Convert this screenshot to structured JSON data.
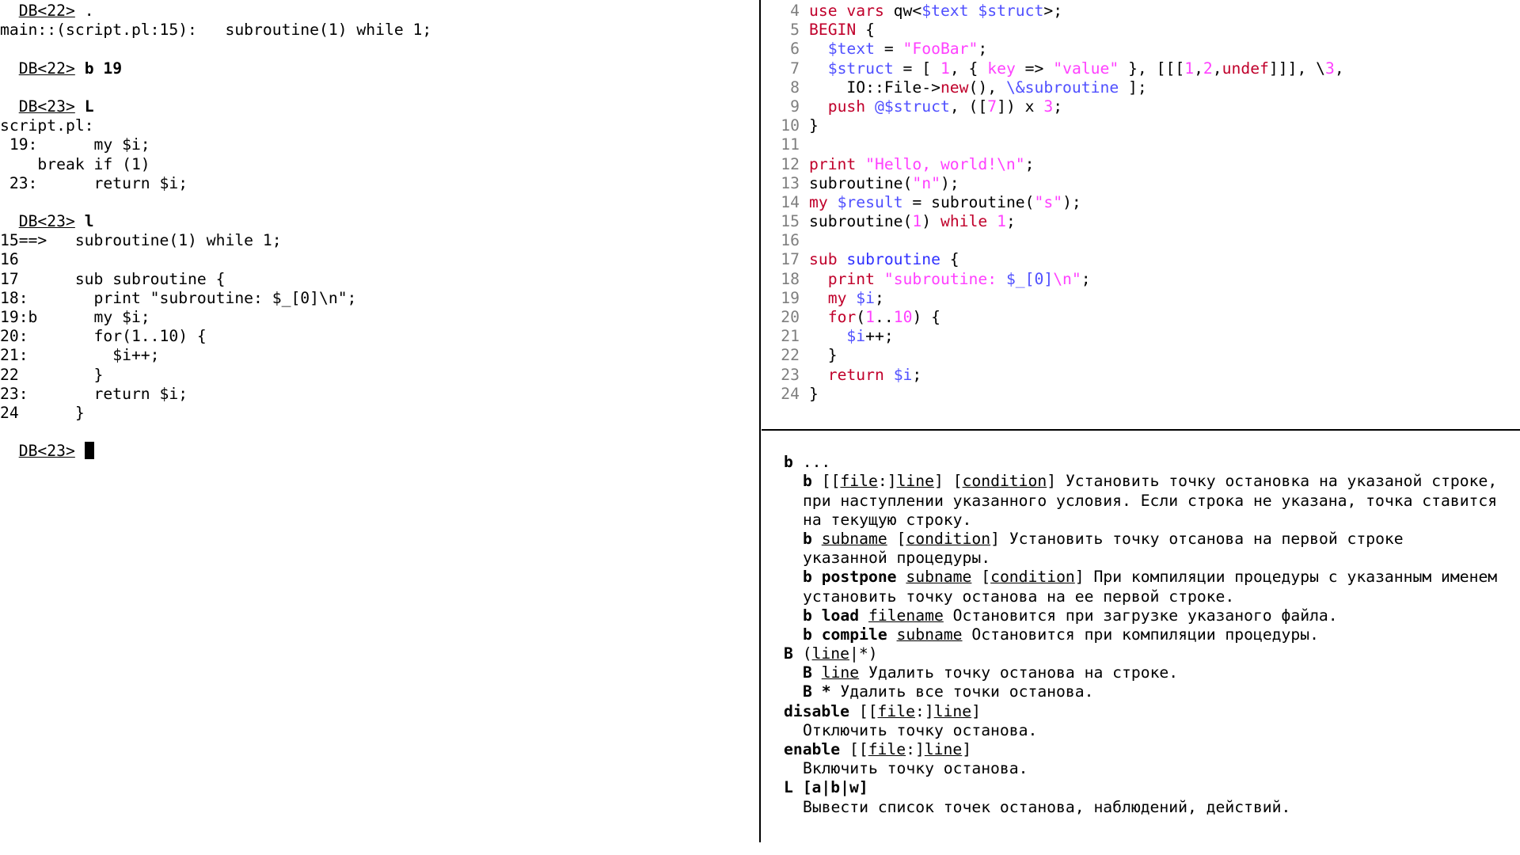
{
  "debugger": {
    "lines": [
      [
        {
          "t": "  "
        },
        {
          "t": "DB<22>",
          "u": true
        },
        {
          "t": " ."
        }
      ],
      [
        {
          "t": "main::(script.pl:15):   subroutine(1) while 1;"
        }
      ],
      [
        {
          "t": ""
        }
      ],
      [
        {
          "t": "  "
        },
        {
          "t": "DB<22>",
          "u": true
        },
        {
          "t": " "
        },
        {
          "t": "b 19",
          "b": true
        }
      ],
      [
        {
          "t": ""
        }
      ],
      [
        {
          "t": "  "
        },
        {
          "t": "DB<23>",
          "u": true
        },
        {
          "t": " "
        },
        {
          "t": "L",
          "b": true
        }
      ],
      [
        {
          "t": "script.pl:"
        }
      ],
      [
        {
          "t": " 19:      my $i;"
        }
      ],
      [
        {
          "t": "    break if (1)"
        }
      ],
      [
        {
          "t": " 23:      return $i;"
        }
      ],
      [
        {
          "t": ""
        }
      ],
      [
        {
          "t": "  "
        },
        {
          "t": "DB<23>",
          "u": true
        },
        {
          "t": " "
        },
        {
          "t": "l",
          "b": true
        }
      ],
      [
        {
          "t": "15==>   subroutine(1) while 1;"
        }
      ],
      [
        {
          "t": "16"
        }
      ],
      [
        {
          "t": "17      sub subroutine {"
        }
      ],
      [
        {
          "t": "18:       print \"subroutine: $_[0]\\n\";"
        }
      ],
      [
        {
          "t": "19:b      my $i;"
        }
      ],
      [
        {
          "t": "20:       for(1..10) {"
        }
      ],
      [
        {
          "t": "21:         $i++;"
        }
      ],
      [
        {
          "t": "22        }"
        }
      ],
      [
        {
          "t": "23:       return $i;"
        }
      ],
      [
        {
          "t": "24      }"
        }
      ],
      [
        {
          "t": ""
        }
      ],
      [
        {
          "t": "  "
        },
        {
          "t": "DB<23>",
          "u": true
        },
        {
          "t": " "
        },
        {
          "cursor": true
        }
      ]
    ]
  },
  "source": {
    "lines": [
      {
        "n": "4",
        "s": [
          {
            "c": "kw",
            "t": "use vars"
          },
          {
            "t": " qw<"
          },
          {
            "c": "var",
            "t": "$text $struct"
          },
          {
            "t": ">;"
          }
        ]
      },
      {
        "n": "5",
        "s": [
          {
            "c": "kw",
            "t": "BEGIN"
          },
          {
            "t": " {"
          }
        ]
      },
      {
        "n": "6",
        "s": [
          {
            "t": "  "
          },
          {
            "c": "var",
            "t": "$text"
          },
          {
            "t": " = "
          },
          {
            "c": "str",
            "t": "\"FooBar\""
          },
          {
            "t": ";"
          }
        ]
      },
      {
        "n": "7",
        "s": [
          {
            "t": "  "
          },
          {
            "c": "var",
            "t": "$struct"
          },
          {
            "t": " = [ "
          },
          {
            "c": "num",
            "t": "1"
          },
          {
            "t": ", { "
          },
          {
            "c": "str",
            "t": "key"
          },
          {
            "t": " => "
          },
          {
            "c": "str",
            "t": "\"value\""
          },
          {
            "t": " }, [[["
          },
          {
            "c": "num",
            "t": "1"
          },
          {
            "t": ","
          },
          {
            "c": "num",
            "t": "2"
          },
          {
            "t": ","
          },
          {
            "c": "kw",
            "t": "undef"
          },
          {
            "t": "]]], \\"
          },
          {
            "c": "num",
            "t": "3"
          },
          {
            "t": ","
          }
        ]
      },
      {
        "n": "8",
        "s": [
          {
            "t": "    IO::File->"
          },
          {
            "c": "kw",
            "t": "new"
          },
          {
            "t": "(), "
          },
          {
            "c": "var",
            "t": "\\&subroutine"
          },
          {
            "t": " ];"
          }
        ]
      },
      {
        "n": "9",
        "s": [
          {
            "t": "  "
          },
          {
            "c": "kw",
            "t": "push"
          },
          {
            "t": " "
          },
          {
            "c": "var",
            "t": "@$struct"
          },
          {
            "t": ", (["
          },
          {
            "c": "num",
            "t": "7"
          },
          {
            "t": "]) x "
          },
          {
            "c": "num",
            "t": "3"
          },
          {
            "t": ";"
          }
        ]
      },
      {
        "n": "10",
        "s": [
          {
            "t": "}"
          }
        ]
      },
      {
        "n": "11",
        "s": []
      },
      {
        "n": "12",
        "s": [
          {
            "c": "kw",
            "t": "print"
          },
          {
            "t": " "
          },
          {
            "c": "str",
            "t": "\"Hello, world!\\n\""
          },
          {
            "t": ";"
          }
        ]
      },
      {
        "n": "13",
        "s": [
          {
            "t": "subroutine("
          },
          {
            "c": "str",
            "t": "\"n\""
          },
          {
            "t": ");"
          }
        ]
      },
      {
        "n": "14",
        "s": [
          {
            "c": "kw",
            "t": "my"
          },
          {
            "t": " "
          },
          {
            "c": "var",
            "t": "$result"
          },
          {
            "t": " = subroutine("
          },
          {
            "c": "str",
            "t": "\"s\""
          },
          {
            "t": ");"
          }
        ]
      },
      {
        "n": "15",
        "s": [
          {
            "t": "subroutine("
          },
          {
            "c": "num",
            "t": "1"
          },
          {
            "t": ") "
          },
          {
            "c": "kw",
            "t": "while"
          },
          {
            "t": " "
          },
          {
            "c": "num",
            "t": "1"
          },
          {
            "t": ";"
          }
        ]
      },
      {
        "n": "16",
        "s": []
      },
      {
        "n": "17",
        "s": [
          {
            "c": "kw",
            "t": "sub"
          },
          {
            "t": " "
          },
          {
            "c": "fn",
            "t": "subroutine"
          },
          {
            "t": " {"
          }
        ]
      },
      {
        "n": "18",
        "s": [
          {
            "t": "  "
          },
          {
            "c": "kw",
            "t": "print"
          },
          {
            "t": " "
          },
          {
            "c": "str",
            "t": "\"subroutine: "
          },
          {
            "c": "var",
            "t": "$_[0]"
          },
          {
            "c": "str",
            "t": "\\n\""
          },
          {
            "t": ";"
          }
        ]
      },
      {
        "n": "19",
        "s": [
          {
            "t": "  "
          },
          {
            "c": "kw",
            "t": "my"
          },
          {
            "t": " "
          },
          {
            "c": "var",
            "t": "$i"
          },
          {
            "t": ";"
          }
        ]
      },
      {
        "n": "20",
        "s": [
          {
            "t": "  "
          },
          {
            "c": "kw",
            "t": "for"
          },
          {
            "t": "("
          },
          {
            "c": "num",
            "t": "1"
          },
          {
            "t": ".."
          },
          {
            "c": "num",
            "t": "10"
          },
          {
            "t": ") {"
          }
        ]
      },
      {
        "n": "21",
        "s": [
          {
            "t": "    "
          },
          {
            "c": "var",
            "t": "$i"
          },
          {
            "t": "++;"
          }
        ]
      },
      {
        "n": "22",
        "s": [
          {
            "t": "  }"
          }
        ]
      },
      {
        "n": "23",
        "s": [
          {
            "t": "  "
          },
          {
            "c": "kw",
            "t": "return"
          },
          {
            "t": " "
          },
          {
            "c": "var",
            "t": "$i"
          },
          {
            "t": ";"
          }
        ]
      },
      {
        "n": "24",
        "s": [
          {
            "t": "}"
          }
        ]
      }
    ]
  },
  "help": {
    "lines": [
      {
        "ind": 0,
        "s": []
      },
      {
        "ind": 0,
        "s": [
          {
            "b": true,
            "t": "b"
          },
          {
            "t": " ..."
          }
        ]
      },
      {
        "ind": 1,
        "s": [
          {
            "b": true,
            "t": "b"
          },
          {
            "t": " [["
          },
          {
            "u": true,
            "t": "file"
          },
          {
            "t": ":]"
          },
          {
            "u": true,
            "t": "line"
          },
          {
            "t": "] ["
          },
          {
            "u": true,
            "t": "condition"
          },
          {
            "t": "] Установить точку остановка на указаной строке,"
          }
        ]
      },
      {
        "ind": 1,
        "s": [
          {
            "t": "при наступлении указанного условия. Если строка не указана, точка ставится"
          }
        ]
      },
      {
        "ind": 1,
        "s": [
          {
            "t": "на текущую строку."
          }
        ]
      },
      {
        "ind": 1,
        "s": [
          {
            "b": true,
            "t": "b"
          },
          {
            "t": " "
          },
          {
            "u": true,
            "t": "subname"
          },
          {
            "t": " ["
          },
          {
            "u": true,
            "t": "condition"
          },
          {
            "t": "] Установить точку отсанова на первой строке"
          }
        ]
      },
      {
        "ind": 1,
        "s": [
          {
            "t": "указанной процедуры."
          }
        ]
      },
      {
        "ind": 1,
        "s": [
          {
            "b": true,
            "t": "b postpone"
          },
          {
            "t": " "
          },
          {
            "u": true,
            "t": "subname"
          },
          {
            "t": " ["
          },
          {
            "u": true,
            "t": "condition"
          },
          {
            "t": "] При компиляции процедуры с указанным именем"
          }
        ]
      },
      {
        "ind": 1,
        "s": [
          {
            "t": "установить точку останова на ее первой строке."
          }
        ]
      },
      {
        "ind": 1,
        "s": [
          {
            "b": true,
            "t": "b load"
          },
          {
            "t": " "
          },
          {
            "u": true,
            "t": "filename"
          },
          {
            "t": " Остановится при загрузке указаного файла."
          }
        ]
      },
      {
        "ind": 1,
        "s": [
          {
            "b": true,
            "t": "b compile"
          },
          {
            "t": " "
          },
          {
            "u": true,
            "t": "subname"
          },
          {
            "t": " Остановится при компиляции процедуры."
          }
        ]
      },
      {
        "ind": 0,
        "s": [
          {
            "b": true,
            "t": "B"
          },
          {
            "t": " ("
          },
          {
            "u": true,
            "t": "line"
          },
          {
            "t": "|*)"
          }
        ]
      },
      {
        "ind": 1,
        "s": [
          {
            "b": true,
            "t": "B"
          },
          {
            "t": " "
          },
          {
            "u": true,
            "t": "line"
          },
          {
            "t": " Удалить точку останова на строке."
          }
        ]
      },
      {
        "ind": 1,
        "s": [
          {
            "b": true,
            "t": "B *"
          },
          {
            "t": " Удалить все точки останова."
          }
        ]
      },
      {
        "ind": 0,
        "s": [
          {
            "b": true,
            "t": "disable"
          },
          {
            "t": " [["
          },
          {
            "u": true,
            "t": "file"
          },
          {
            "t": ":]"
          },
          {
            "u": true,
            "t": "line"
          },
          {
            "t": "]"
          }
        ]
      },
      {
        "ind": 1,
        "s": [
          {
            "t": "Отключить точку останова."
          }
        ]
      },
      {
        "ind": 0,
        "s": [
          {
            "b": true,
            "t": "enable"
          },
          {
            "t": " [["
          },
          {
            "u": true,
            "t": "file"
          },
          {
            "t": ":]"
          },
          {
            "u": true,
            "t": "line"
          },
          {
            "t": "]"
          }
        ]
      },
      {
        "ind": 1,
        "s": [
          {
            "t": "Включить точку останова."
          }
        ]
      },
      {
        "ind": 0,
        "s": [
          {
            "b": true,
            "t": "L [a|b|w]"
          }
        ]
      },
      {
        "ind": 1,
        "s": [
          {
            "t": "Вывести список точек останова, наблюдений, действий."
          }
        ]
      }
    ]
  }
}
